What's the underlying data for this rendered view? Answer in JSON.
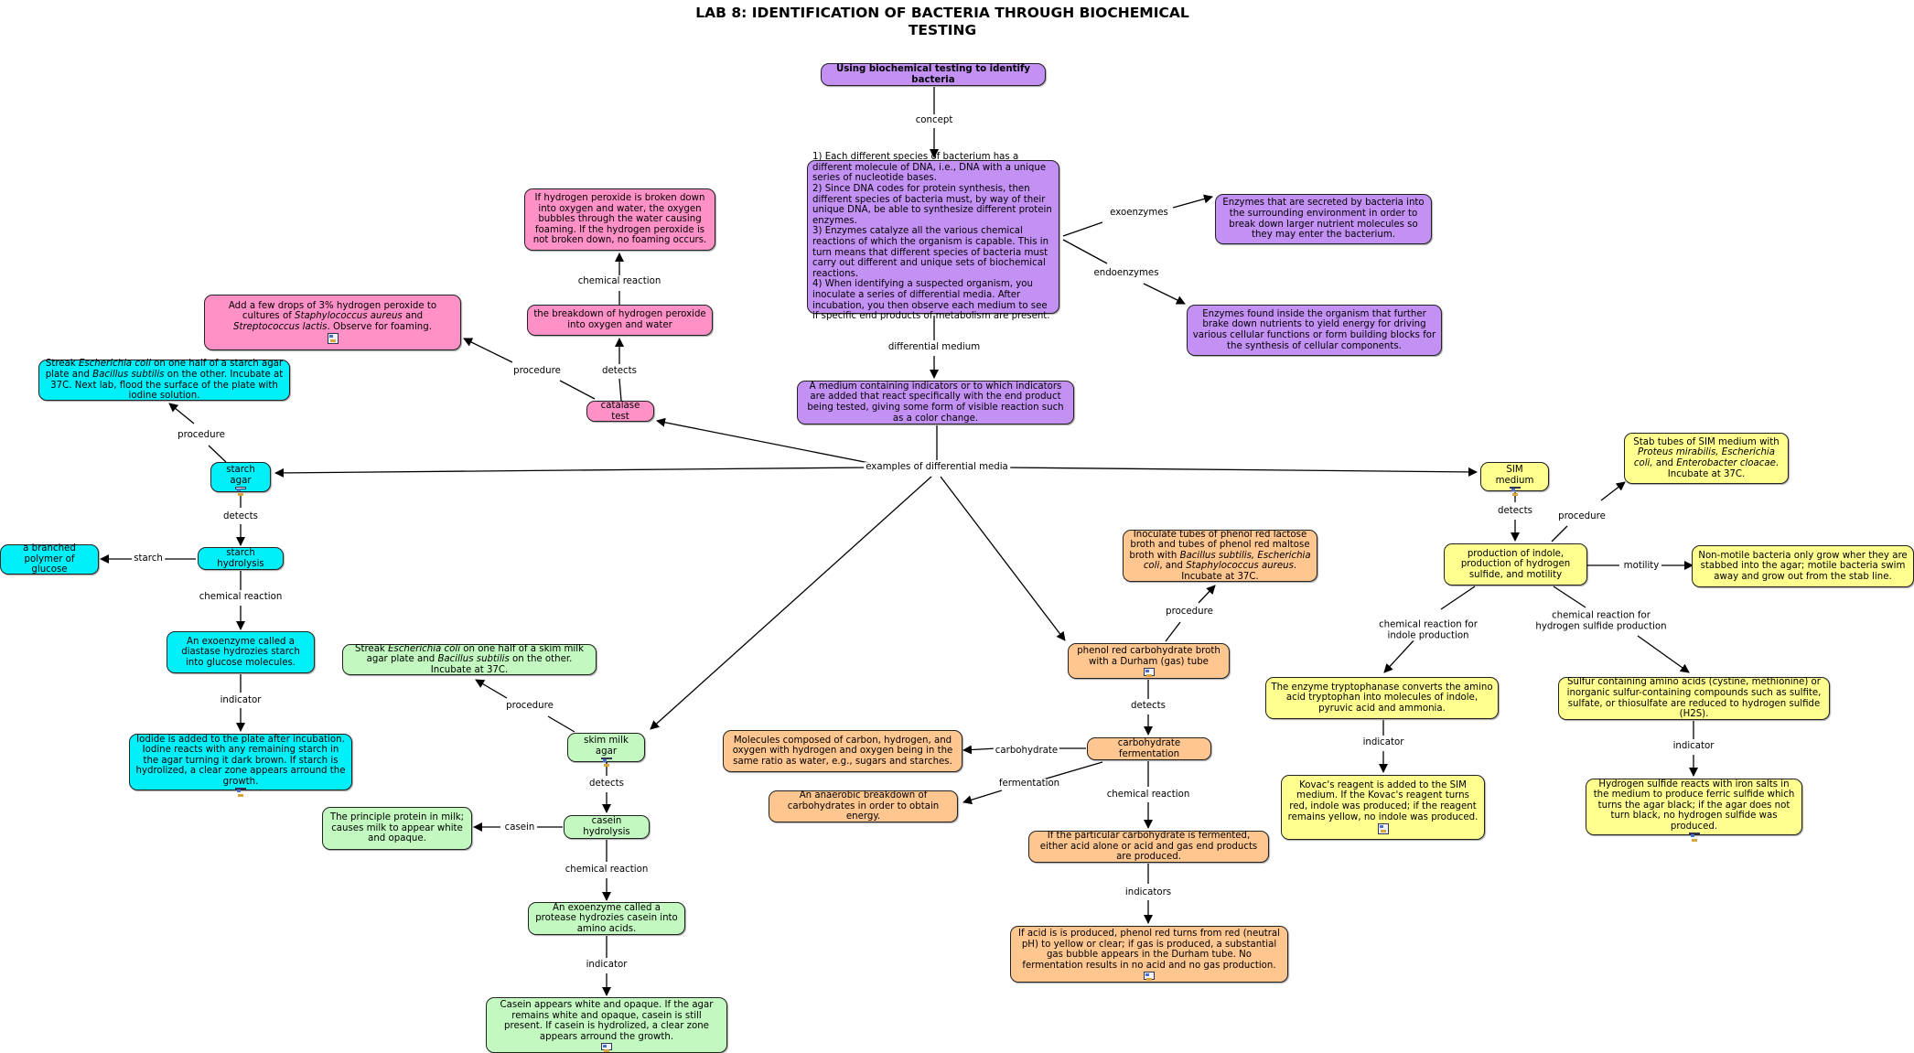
{
  "title": "LAB 8: IDENTIFICATION OF BACTERIA THROUGH BIOCHEMICAL TESTING",
  "colors": {
    "purple": "#c390f4",
    "pink": "#ff91c6",
    "cyan": "#00f0fa",
    "green": "#c3f8c0",
    "orange": "#ffc690",
    "yellow": "#ffff90"
  },
  "nodes": {
    "root": "Using biochemical testing to identify bacteria",
    "concept_text": "1) Each different species of bacterium has a different molecule of DNA, i.e., DNA with a unique series of nucleotide bases.\n2) Since DNA codes for protein synthesis, then different species of bacteria must, by way of their unique DNA, be able to synthesize different protein enzymes.\n3) Enzymes catalyze all the various chemical reactions of which the organism is capable. This in turn means that different species of bacteria must carry out different and unique sets of biochemical reactions.\n4) When identifying a suspected organism, you inoculate a series of differential media. After incubation, you then observe each medium to see if specific end products of metabolism are present.",
    "exoenzymes_def": "Enzymes that are secreted by bacteria into the surrounding environment in order to break down larger nutrient molecules so they may enter the bacterium.",
    "endoenzymes_def": "Enzymes found inside the organism that further brake down nutrients to yield energy for driving various cellular functions or form building blocks for the synthesis of cellular components.",
    "differential_medium_def": "A medium containing indicators or to which indicators are added that react specifically with the end product being tested, giving some form of visible reaction such as a color change.",
    "catalase_test": "catalase test",
    "catalase_detects": "the breakdown of hydrogen peroxide into oxygen and water",
    "catalase_reaction": "If hydrogen peroxide is broken down into oxygen and water, the oxygen bubbles through the water causing foaming. If the hydrogen peroxide is not broken down, no foaming occurs.",
    "catalase_procedure_a": "Add a few drops of 3% hydrogen peroxide to cultures of ",
    "catalase_procedure_b": "Staphylococcus aureus",
    "catalase_procedure_c": " and ",
    "catalase_procedure_d": "Streptococcus lactis",
    "catalase_procedure_e": ". Observe for foaming.",
    "starch_agar": "starch agar",
    "starch_procedure_a": "Streak ",
    "starch_procedure_b": "Escherichia coli",
    "starch_procedure_c": " on one half of a starch agar plate and ",
    "starch_procedure_d": "Bacillus subtilis",
    "starch_procedure_e": " on the other. Incubate at 37C. Next lab, flood the surface of the plate with iodine solution.",
    "starch_hydrolysis": "starch hydrolysis",
    "starch_def": "a branched polymer of glucose",
    "starch_reaction": "An exoenzyme called a diastase hydrozies starch into glucose molecules.",
    "starch_indicator": "Iodide is added to the plate after incubation. Iodine reacts with any remaining starch in the agar turning it dark brown. If starch is hydrolized, a clear zone appears arround the growth.",
    "skim_milk_agar": "skim milk agar",
    "skim_procedure_a": "Streak ",
    "skim_procedure_b": "Escherichia coli",
    "skim_procedure_c": " on one half of a skim milk agar plate and ",
    "skim_procedure_d": "Bacillus subtilis",
    "skim_procedure_e": " on the other. Incubate at 37C.",
    "casein_hydrolysis": "casein hydrolysis",
    "casein_def": "The principle protein in milk; causes milk to appear white and opaque.",
    "casein_reaction": "An exoenzyme called a protease hydrozies casein into amino acids.",
    "casein_indicator": "Casein appears white and opaque. If the agar remains white and opaque, casein is still present. If casein is hydrolized, a clear zone appears arround the growth.",
    "phenol_broth": "phenol red carbohydrate broth with a Durham (gas) tube",
    "phenol_procedure_a": "Inoculate tubes of phenol red lactose broth and tubes of phenol red maltose broth with ",
    "phenol_procedure_b": "Bacillus subtilis, Escherichia coli",
    "phenol_procedure_c": ", and ",
    "phenol_procedure_d": "Staphylococcus aureus",
    "phenol_procedure_e": ". Incubate at 37C.",
    "carb_fermentation": "carbohydrate fermentation",
    "carbohydrate_def": "Molecules composed of carbon, hydrogen, and oxygen with hydrogen and oxygen being in the same ratio as water, e.g., sugars and starches.",
    "fermentation_def": "An anaerobic breakdown of carbohydrates in order to obtain energy.",
    "carb_reaction": "If the particular carbohydrate is fermented, either acid alone or acid and gas end products are produced.",
    "carb_indicators": "If acid is is produced, phenol red turns from red (neutral pH) to yellow or clear; if gas is produced, a substantial gas bubble appears in the Durham tube. No fermentation results in no acid and no gas production.",
    "sim_medium": "SIM medium",
    "sim_procedure_a": "Stab tubes of SIM medium with ",
    "sim_procedure_b": "Proteus mirabilis, Escherichia coli,",
    "sim_procedure_c": " and ",
    "sim_procedure_d": "Enterobacter cloacae",
    "sim_procedure_e": ". Incubate at 37C.",
    "sim_detects": "production of indole, production of hydrogen sulfide, and motility",
    "motility_def": "Non-motile bacteria only grow wher they are stabbed into the agar; motile bacteria swim away and grow out from the stab line.",
    "indole_reaction": "The enzyme tryptophanase converts the amino acid tryptophan into molecules of indole, pyruvic acid and ammonia.",
    "indole_indicator": "Kovac's reagent is added to the SIM medium. If the Kovac's reagent turns red, indole was produced; if the reagent remains yellow, no indole was produced.",
    "h2s_reaction": "Sulfur containing amino acids (cystine, methionine) or inorganic sulfur-containing compounds such as sulfite, sulfate, or thiosulfate are reduced to hydrogen sulfide (H2S).",
    "h2s_indicator": "Hydrogen sulfide reacts with iron salts in the medium to produce ferric sulfide which turns the agar black; if the agar does not turn black, no hydrogen sulfide was produced."
  },
  "links": {
    "concept": "concept",
    "exoenzymes": "exoenzymes",
    "endoenzymes": "endoenzymes",
    "differential_medium": "differential medium",
    "examples": "examples of differential media",
    "chemical_reaction": "chemical reaction",
    "detects": "detects",
    "procedure": "procedure",
    "starch": "starch",
    "indicator": "indicator",
    "casein": "casein",
    "carbohydrate": "carbohydrate",
    "fermentation": "fermentation",
    "indicators": "indicators",
    "motility": "motility",
    "indole_line1": "chemical reaction for",
    "indole_line2": "indole production",
    "h2s_line1": "chemical reaction for",
    "h2s_line2": "hydrogen sulfide production"
  },
  "icons": [
    "resource-icon"
  ]
}
